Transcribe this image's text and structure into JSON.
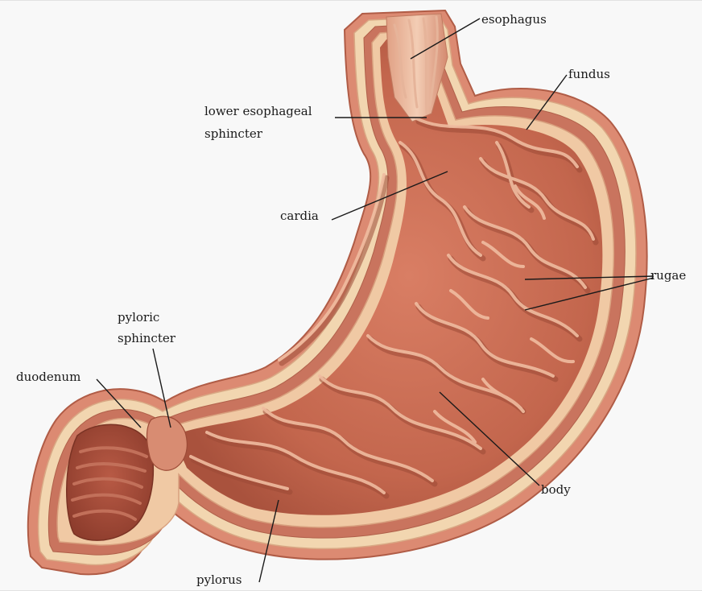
{
  "diagram": {
    "labels": {
      "esophagus": "esophagus",
      "fundus": "fundus",
      "les_line1": "lower esophageal",
      "les_line2": "sphincter",
      "cardia": "cardia",
      "rugae": "rugae",
      "pyloric_line1": "pyloric",
      "pyloric_line2": "sphincter",
      "duodenum": "duodenum",
      "body": "body",
      "pylorus": "pylorus"
    },
    "colors": {
      "background": "#f8f8f8",
      "wall_outer": "#dc8a72",
      "wall_lining": "#f2d6b0",
      "muscle_layer": "#c9745e",
      "lumen": "#c96a52",
      "rugae_highlight": "#f0bca0",
      "rugae_shadow": "#9c4a36",
      "duodenum_inner": "#a84c3a",
      "text": "#1a1a1a"
    }
  }
}
